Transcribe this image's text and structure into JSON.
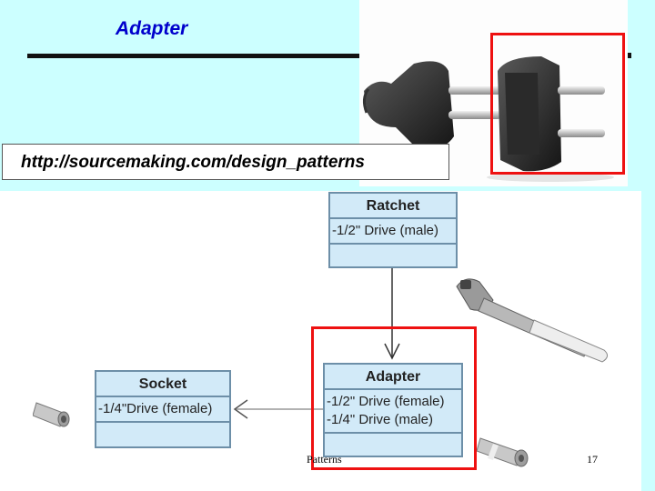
{
  "slide": {
    "title": "Adapter",
    "url": "http://sourcemaking.com/design_patterns",
    "footer": "Patterns",
    "page_number": "17"
  },
  "uml": {
    "ratchet": {
      "name": "Ratchet",
      "attributes": [
        "-1/2\" Drive (male)"
      ]
    },
    "adapter": {
      "name": "Adapter",
      "attributes": [
        "-1/2\" Drive (female)",
        "-1/4\" Drive (male)"
      ]
    },
    "socket": {
      "name": "Socket",
      "attributes": [
        "-1/4\"Drive (female)"
      ]
    }
  },
  "colors": {
    "background": "#ccffff",
    "title": "#0000cc",
    "highlight": "#e11111",
    "uml_fill": "#d2eaf8"
  },
  "icons": [
    "power-plug-icon",
    "plug-adapter-icon",
    "ratchet-wrench-icon",
    "socket-icon"
  ]
}
